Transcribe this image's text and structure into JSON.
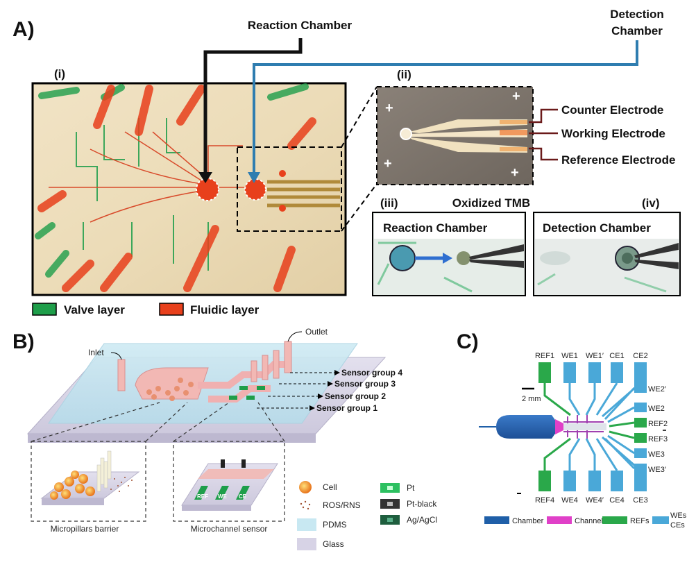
{
  "panelA": {
    "letter": "A)",
    "reaction_chamber": "Reaction Chamber",
    "detection_chamber_line1": "Detection",
    "detection_chamber_line2": "Chamber",
    "sub_i": "(i)",
    "sub_ii": "(ii)",
    "sub_iii": "(iii)",
    "sub_iv": "(iv)",
    "counter_electrode": "Counter Electrode",
    "working_electrode": "Working Electrode",
    "reference_electrode": "Reference Electrode",
    "oxidized_tmb": "Oxidized TMB",
    "inset_reaction": "Reaction Chamber",
    "inset_detection": "Detection Chamber",
    "legend_valve": "Valve layer",
    "legend_fluidic": "Fluidic layer",
    "colors": {
      "valve": "#1e9e4a",
      "fluidic": "#e8401c",
      "reaction_arrow": "#111111",
      "detection_arrow": "#2f7db0"
    }
  },
  "panelB": {
    "letter": "B)",
    "outlet": "Outlet",
    "inlet": "Inlet",
    "sensor_group_4": "Sensor group 4",
    "sensor_group_3": "Sensor group 3",
    "sensor_group_2": "Sensor group 2",
    "sensor_group_1": "Sensor group 1",
    "micropillars_barrier": "Micropillars barrier",
    "microchannel_sensor": "Microchannel sensor",
    "electrode_ref": "REF",
    "electrode_we": "WE",
    "electrode_ce": "CE",
    "legend": {
      "cell": "Cell",
      "ros_rns": "ROS/RNS",
      "pdms": "PDMS",
      "glass": "Glass",
      "pt": "Pt",
      "pt_black": "Pt-black",
      "ag_agcl": "Ag/AgCl"
    }
  },
  "panelC": {
    "letter": "C)",
    "top_labels": [
      "REF1",
      "WE1",
      "WE1′",
      "CE1",
      "CE2"
    ],
    "right_labels": [
      "WE2′",
      "WE2",
      "REF2",
      "REF3",
      "WE3",
      "WE3′"
    ],
    "bottom_labels": [
      "REF4",
      "WE4",
      "WE4′",
      "CE4",
      "CE3"
    ],
    "scale": "2 mm",
    "legend": {
      "chamber": "Chamber",
      "channels": "Channels",
      "refs": "REFs",
      "wes": "WEs",
      "ces": "CEs"
    },
    "colors": {
      "chamber": "#1f5fa8",
      "channels": "#e040c8",
      "refs": "#2aa84a",
      "wes": "#4aa8d8"
    }
  }
}
